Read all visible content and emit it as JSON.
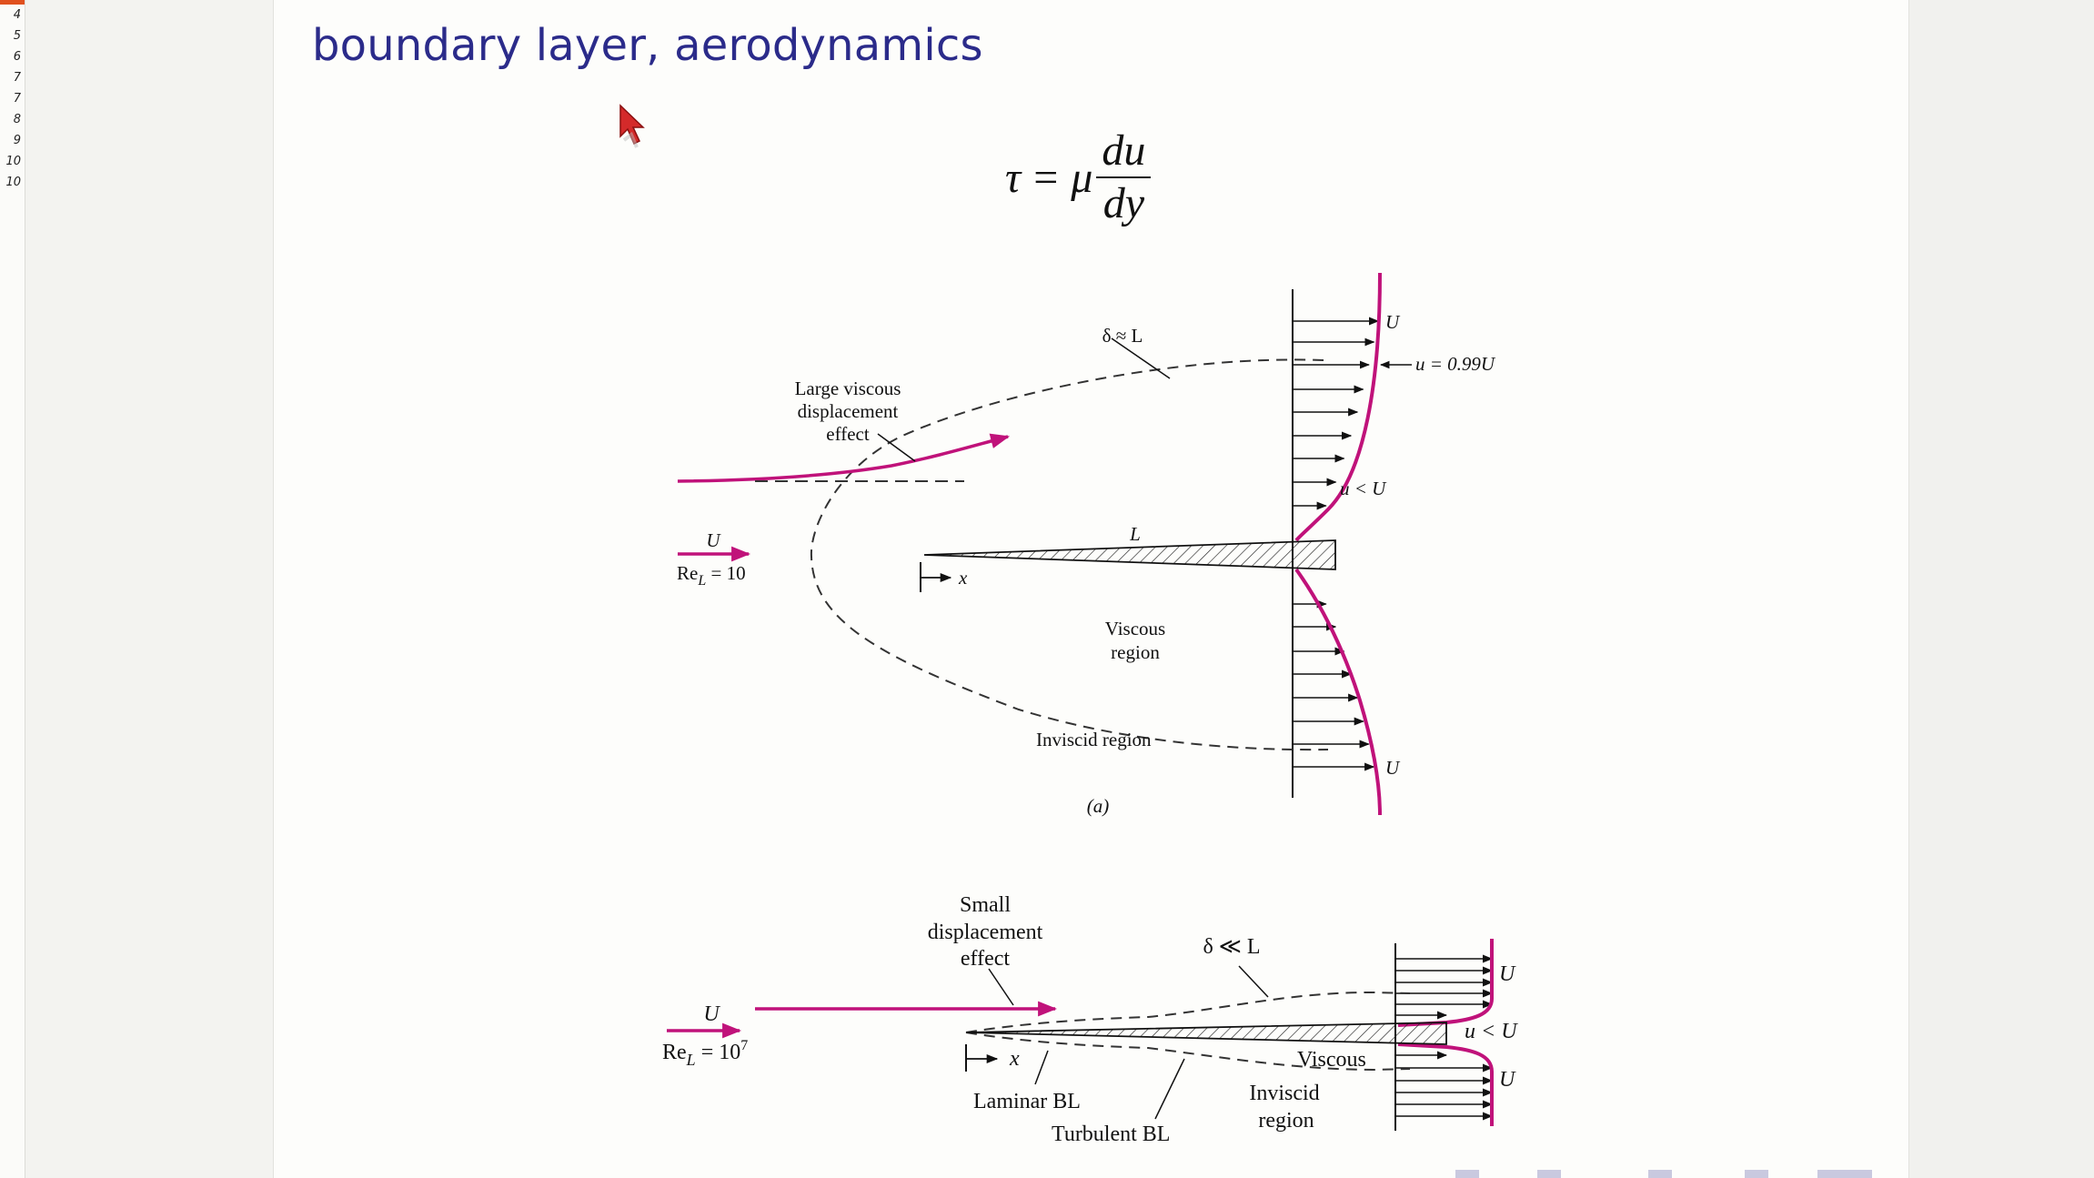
{
  "gutter": {
    "line_numbers": [
      "4",
      "5",
      "6",
      "7",
      "7",
      "8",
      "9",
      "10",
      "10"
    ]
  },
  "slide": {
    "title": "boundary layer, aerodynamics"
  },
  "formula": {
    "lhs": "τ",
    "eq": "=",
    "coef": "μ",
    "numerator": "du",
    "denominator": "dy"
  },
  "figure_a": {
    "delta_label": "δ ≈ L",
    "u_top": "U",
    "u_099": "u = 0.99U",
    "u_lt": "u < U",
    "u_bottom": "U",
    "large_viscous": [
      "Large viscous",
      "displacement",
      "effect"
    ],
    "freestream_u": "U",
    "reynolds": "Re",
    "reynolds_sub": "L",
    "reynolds_val": " = 10",
    "plate_len": "L",
    "x_label": "x",
    "viscous_region": [
      "Viscous",
      "region"
    ],
    "inviscid_region": "Inviscid region",
    "caption": "(a)"
  },
  "figure_b": {
    "small_disp": [
      "Small",
      "displacement",
      "effect"
    ],
    "delta_label": "δ ≪ L",
    "u_top": "U",
    "u_lt": "u < U",
    "u_bottom": "U",
    "freestream_u": "U",
    "reynolds": "Re",
    "reynolds_sub": "L",
    "reynolds_val": " = 10",
    "reynolds_exp": "7",
    "x_label": "x",
    "viscous": "Viscous",
    "inviscid_region": [
      "Inviscid",
      "region"
    ],
    "laminar": "Laminar BL",
    "turbulent": "Turbulent BL"
  },
  "colors": {
    "title": "#2b2b8a",
    "magenta": "#c0127a",
    "accent": "#e0501e"
  }
}
